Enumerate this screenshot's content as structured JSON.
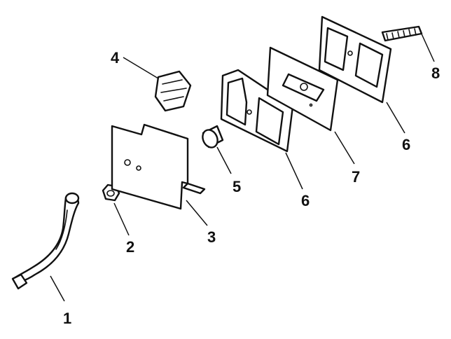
{
  "callouts": {
    "c1": "1",
    "c2": "2",
    "c3": "3",
    "c4": "4",
    "c5": "5",
    "c6a": "6",
    "c6b": "6",
    "c7": "7",
    "c8": "8"
  },
  "colors": {
    "ink": "#111111",
    "paper": "#ffffff"
  }
}
